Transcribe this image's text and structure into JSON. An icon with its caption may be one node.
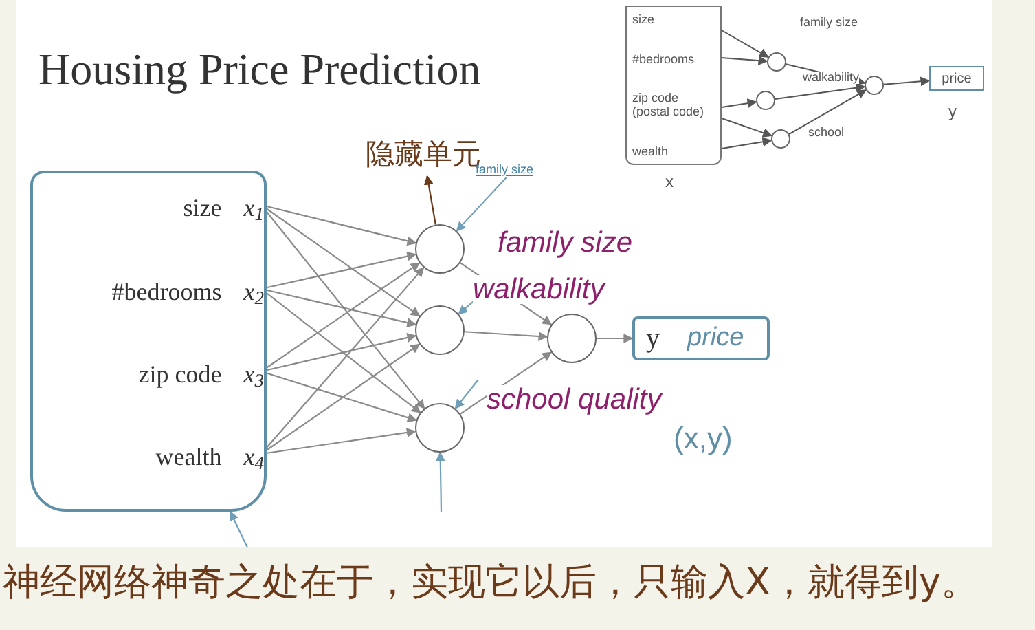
{
  "diagram": {
    "title": "Housing Price Prediction",
    "caption": "神经网络神奇之处在于，实现它以后，只输入X，就得到y。",
    "nodes": [
      {
        "text": [],
        "shape": "box"
      },
      {
        "text": [
          "size",
          "x$_{1}$"
        ],
        "in": 0
      },
      {
        "text": [
          "#bedrooms",
          "x$_{2}$"
        ],
        "in": 0
      },
      {
        "text": [
          "zip code",
          "x$_{3}$"
        ],
        "in": 0
      },
      {
        "text": [
          "wealth",
          "x$_{4}$"
        ],
        "in": 0
      },
      {
        "text": [],
        "shape": "circle"
      },
      {
        "text": [],
        "shape": "circle"
      },
      {
        "text": [],
        "shape": "circle"
      },
      {
        "text": [],
        "shape": "circle"
      },
      {
        "text": [
          "y",
          "price"
        ]
      },
      {
        "text": [
          "隐藏单元"
        ]
      },
      {
        "text": [
          "size",
          "#bedrooms",
          "zip code (postal code)",
          "wealth"
        ],
        "beside": [
          "x"
        ]
      },
      {
        "text": [],
        "shape": "circle"
      },
      {
        "text": [],
        "shape": "circle"
      },
      {
        "text": [],
        "shape": "circle"
      },
      {
        "text": [],
        "shape": "circle"
      },
      {
        "text": [
          "price"
        ],
        "beside": [
          "y"
        ]
      },
      {
        "text": [
          "family size"
        ]
      }
    ],
    "edges": [
      {
        "from": 1,
        "to": 5,
        "arrow": "to"
      },
      {
        "from": 1,
        "to": 6,
        "arrow": "to"
      },
      {
        "from": 1,
        "to": 7,
        "arrow": "to"
      },
      {
        "from": 2,
        "to": 5,
        "arrow": "to"
      },
      {
        "from": 2,
        "to": 6,
        "arrow": "to"
      },
      {
        "from": 2,
        "to": 7,
        "arrow": "to"
      },
      {
        "from": 3,
        "to": 5,
        "arrow": "to"
      },
      {
        "from": 3,
        "to": 6,
        "arrow": "to"
      },
      {
        "from": 3,
        "to": 7,
        "arrow": "to"
      },
      {
        "from": 4,
        "to": 5,
        "arrow": "to"
      },
      {
        "from": 4,
        "to": 6,
        "arrow": "to"
      },
      {
        "from": 4,
        "to": 7,
        "arrow": "to"
      },
      {
        "from": 5,
        "to": 8,
        "arrow": "to",
        "label": "family size"
      },
      {
        "from": 6,
        "to": 8,
        "arrow": "to",
        "label": "walkability"
      },
      {
        "from": 7,
        "to": 8,
        "arrow": "to",
        "label": "school quality"
      },
      {
        "from": 8,
        "to": 9,
        "arrow": "to"
      },
      {
        "from": 5,
        "to": 10,
        "arrow": "to",
        "color": "#6b3a1a"
      },
      {
        "from": 17,
        "to": 5,
        "arrow": "to",
        "color": "#6f9fb8"
      },
      {
        "from": null,
        "to": 6,
        "arrow": "to",
        "color": "#6f9fb8"
      },
      {
        "from": null,
        "to": 7,
        "arrow": "to",
        "color": "#6f9fb8"
      },
      {
        "from": null,
        "to": 0,
        "arrow": "to",
        "color": "#6f9fb8"
      },
      {
        "from": null,
        "to": 7,
        "arrow": "to",
        "color": "#6f9fb8"
      },
      {
        "from": 11,
        "to": 12,
        "arrow": "to"
      },
      {
        "from": 11,
        "to": 12,
        "arrow": "to"
      },
      {
        "from": 11,
        "to": 13,
        "arrow": "to"
      },
      {
        "from": 11,
        "to": 14,
        "arrow": "to"
      },
      {
        "from": 11,
        "to": 14,
        "arrow": "to"
      },
      {
        "from": 12,
        "to": 15,
        "arrow": "to",
        "label": "family size"
      },
      {
        "from": 13,
        "to": 15,
        "arrow": "to",
        "label": "walkability"
      },
      {
        "from": 14,
        "to": 15,
        "arrow": "to",
        "label": "school"
      },
      {
        "from": 15,
        "to": 16,
        "arrow": "to"
      }
    ],
    "labels": [
      "(x,y)"
    ]
  }
}
